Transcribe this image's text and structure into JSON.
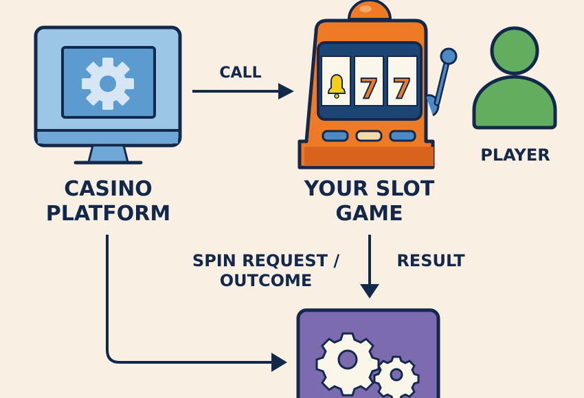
{
  "nodes": {
    "casino_platform": {
      "label_line1": "CASINO",
      "label_line2": "PLATFORM",
      "icon": "monitor-gear-icon"
    },
    "slot_game": {
      "label_line1": "YOUR SLOT",
      "label_line2": "GAME",
      "icon": "slot-machine-icon",
      "reels": [
        "bell",
        "7",
        "7"
      ]
    },
    "player": {
      "label": "PLAYER",
      "icon": "person-icon"
    },
    "engine": {
      "icon": "gears-icon"
    }
  },
  "edges": {
    "call": {
      "label": "CALL"
    },
    "spin": {
      "label_line1": "SPIN REQUEST /",
      "label_line2": "OUTCOME"
    },
    "result": {
      "label": "RESULT"
    }
  },
  "colors": {
    "background": "#f9efe2",
    "ink": "#13294b",
    "monitor": "#9cc6e6",
    "slot": "#ef7a26",
    "player": "#63ad5f",
    "engine": "#7d6bb0"
  }
}
